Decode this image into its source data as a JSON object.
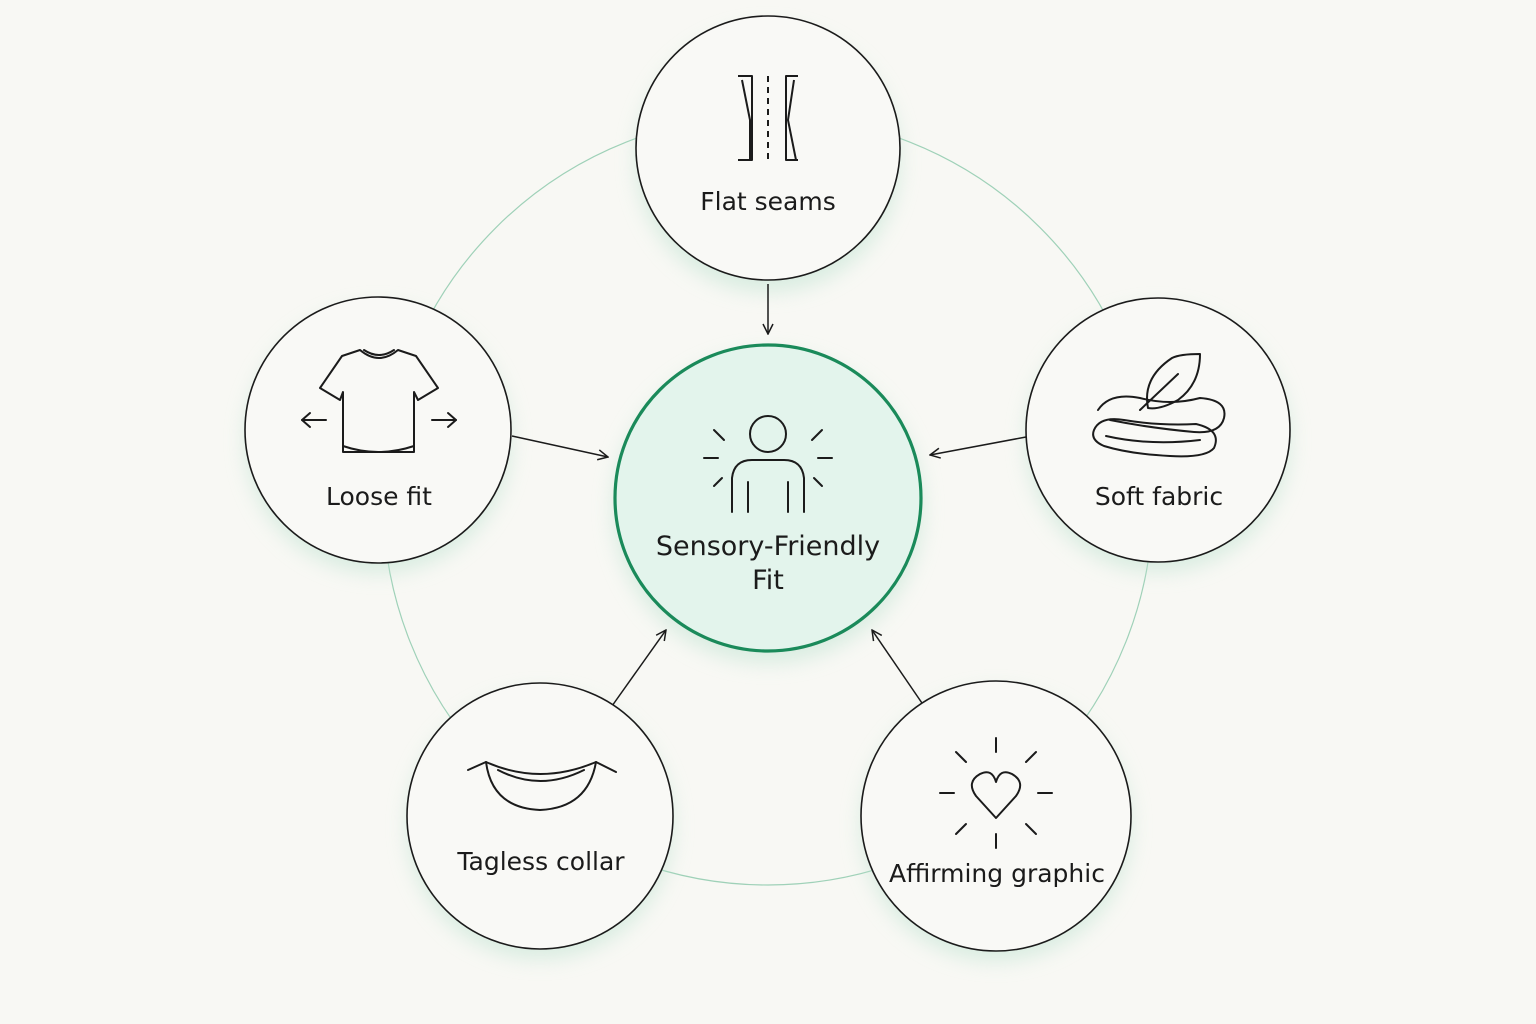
{
  "center": {
    "line1": "Sensory-Friendly",
    "line2": "Fit"
  },
  "nodes": [
    {
      "id": "flat-seams",
      "label": "Flat seams",
      "icon": "seam-icon"
    },
    {
      "id": "loose-fit",
      "label": "Loose fit",
      "icon": "tshirt-icon"
    },
    {
      "id": "soft-fabric",
      "label": "Soft fabric",
      "icon": "fabric-leaf-icon"
    },
    {
      "id": "tagless-collar",
      "label": "Tagless collar",
      "icon": "collar-icon"
    },
    {
      "id": "affirming-graphic",
      "label": "Affirming graphic",
      "icon": "heart-rays-icon"
    }
  ],
  "colors": {
    "background": "#f8f8f4",
    "accent": "#1a8a5a",
    "center_fill": "#e3f4ec",
    "ring": "#9fd1b8",
    "outline": "#1b1b1b"
  }
}
